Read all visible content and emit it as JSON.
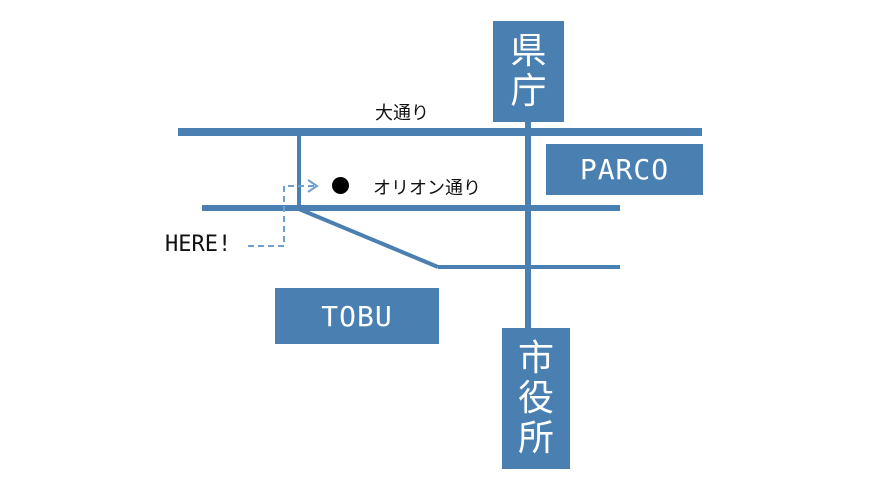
{
  "colors": {
    "road": "#4a7fb1",
    "block": "#4a7fb1",
    "dashed_path": "#6fa0cf",
    "text": "#111111",
    "block_text": "#ffffff"
  },
  "landmarks": {
    "prefectural_office": [
      "県",
      "庁"
    ],
    "city_hall": [
      "市",
      "役",
      "所"
    ],
    "parco": "PARCO",
    "tobu": "TOBU"
  },
  "streets": {
    "odori": "大通り",
    "orion": "オリオン通り"
  },
  "here": "HERE!",
  "icons": {
    "destination": "destination-dot-icon",
    "route": "dashed-route-arrow-icon"
  }
}
